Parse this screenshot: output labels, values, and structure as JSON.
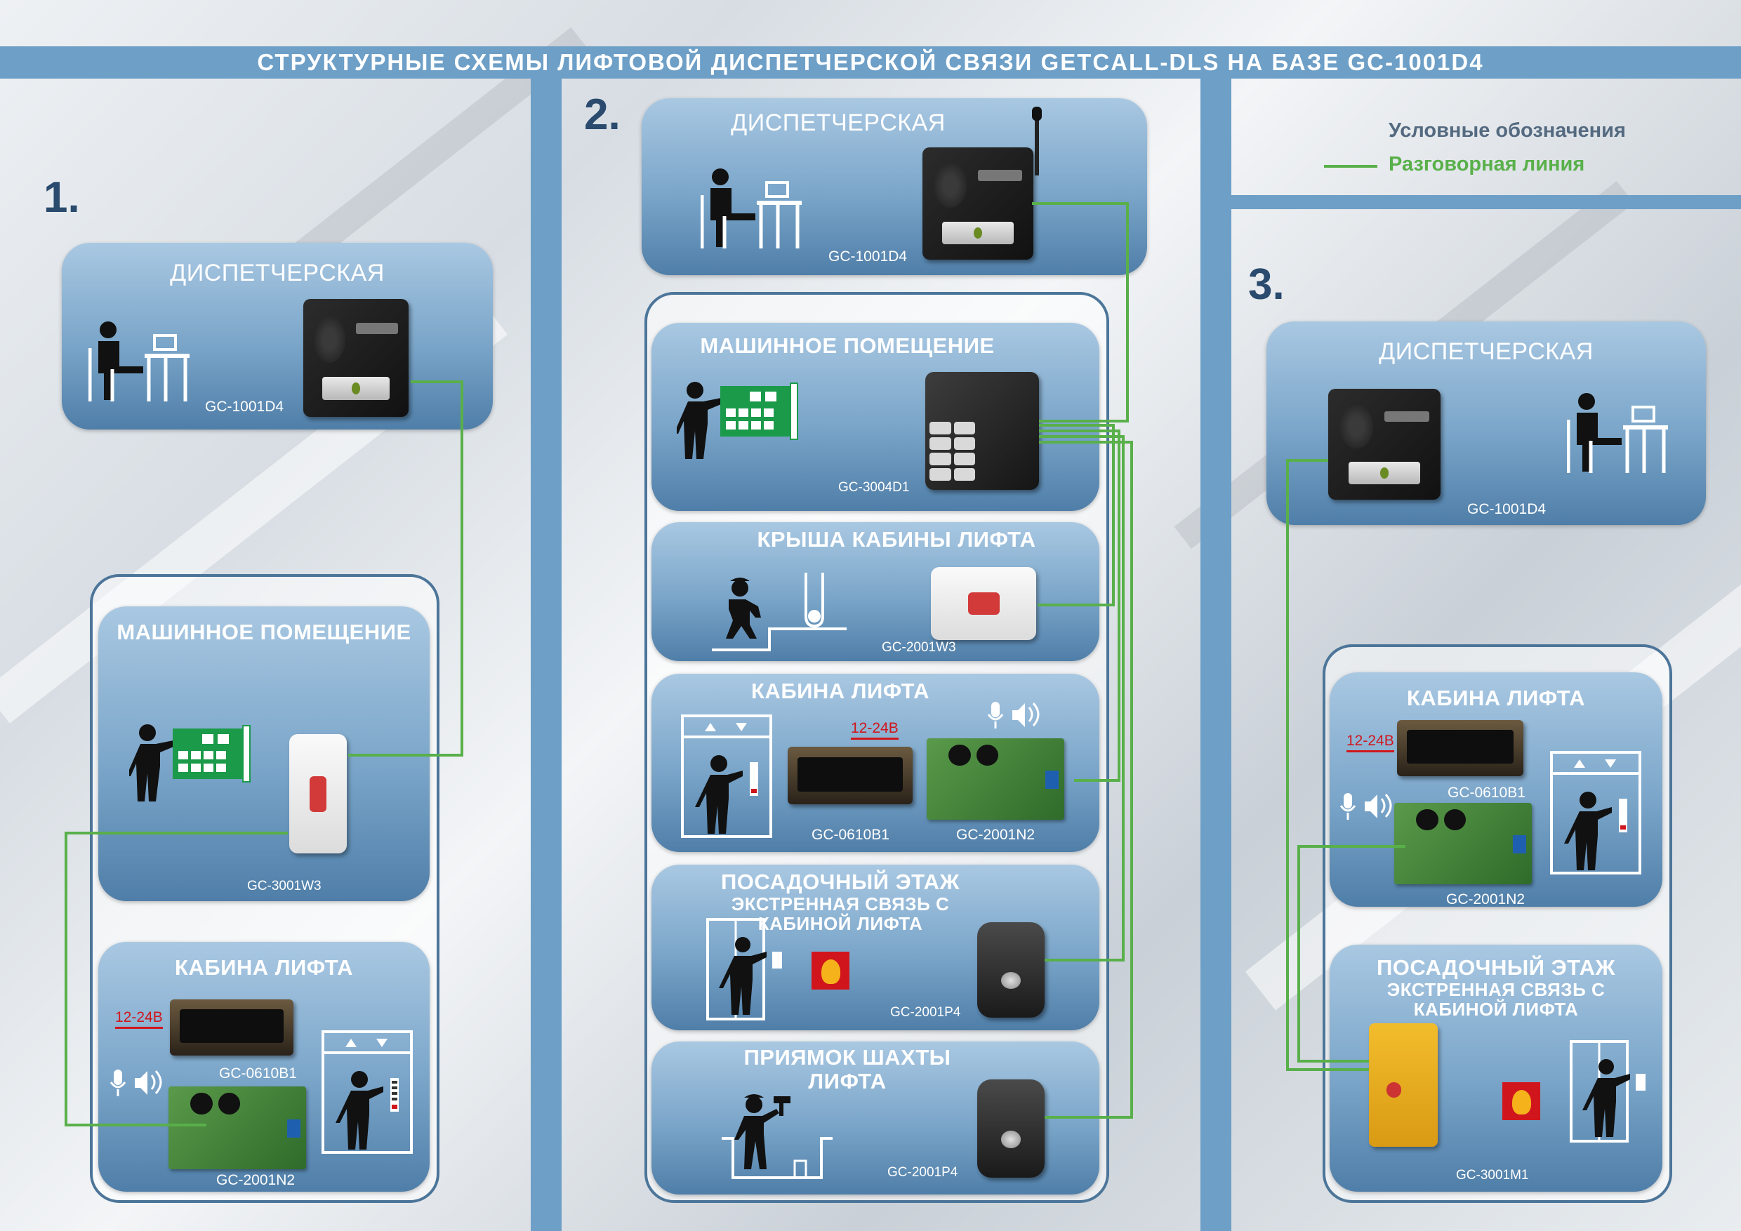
{
  "title": "СТРУКТУРНЫЕ СХЕМЫ ЛИФТОВОЙ ДИСПЕТЧЕРСКОЙ СВЯЗИ GETCALL-DLS НА БАЗЕ GC-1001D4",
  "legend": {
    "title": "Условные обозначения",
    "line_label": "Разговорная линия",
    "line_color": "#59b04a"
  },
  "colors": {
    "panel_top": "#a9c8e2",
    "panel_bottom": "#4f7ea8",
    "banner": "#6d9fc7",
    "voltage": "#d0161c"
  },
  "scheme1": {
    "number": "1.",
    "dispatch": {
      "title": "ДИСПЕТЧЕРСКАЯ",
      "device": "GC-1001D4"
    },
    "machine": {
      "title": "МАШИННОЕ ПОМЕЩЕНИЕ",
      "device": "GC-3001W3"
    },
    "cabin": {
      "title": "КАБИНА ЛИФТА",
      "voltage": "12-24В",
      "device1": "GC-0610B1",
      "device2": "GC-2001N2"
    }
  },
  "scheme2": {
    "number": "2.",
    "dispatch": {
      "title": "ДИСПЕТЧЕРСКАЯ",
      "device": "GC-1001D4"
    },
    "machine": {
      "title": "МАШИННОЕ ПОМЕЩЕНИЕ",
      "device": "GC-3004D1"
    },
    "roof": {
      "title": "КРЫША КАБИНЫ ЛИФТА",
      "device": "GC-2001W3"
    },
    "cabin": {
      "title": "КАБИНА ЛИФТА",
      "voltage": "12-24В",
      "device1": "GC-0610B1",
      "device2": "GC-2001N2"
    },
    "landing": {
      "title": "ПОСАДОЧНЫЙ ЭТАЖ",
      "subtitle": "ЭКСТРЕННАЯ СВЯЗЬ С КАБИНОЙ ЛИФТА",
      "device": "GC-2001P4"
    },
    "pit": {
      "title": "ПРИЯМОК ШАХТЫ ЛИФТА",
      "device": "GC-2001P4"
    }
  },
  "scheme3": {
    "number": "3.",
    "dispatch": {
      "title": "ДИСПЕТЧЕРСКАЯ",
      "device": "GC-1001D4"
    },
    "cabin": {
      "title": "КАБИНА ЛИФТА",
      "voltage": "12-24В",
      "device1": "GC-0610B1",
      "device2": "GC-2001N2"
    },
    "landing": {
      "title": "ПОСАДОЧНЫЙ ЭТАЖ",
      "subtitle": "ЭКСТРЕННАЯ СВЯЗЬ С КАБИНОЙ ЛИФТА",
      "device": "GC-3001M1"
    }
  }
}
